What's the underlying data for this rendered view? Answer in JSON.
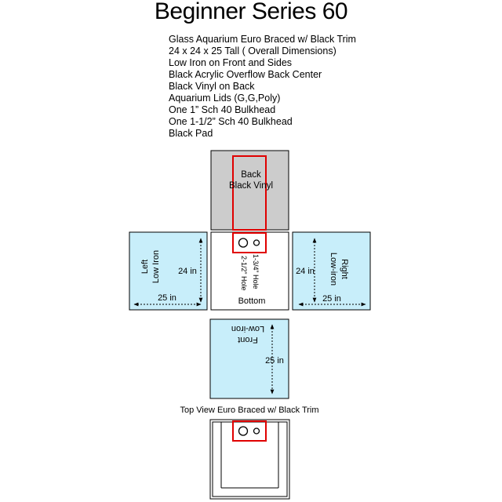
{
  "title": "Beginner Series 60",
  "specs": [
    "Glass Aquarium Euro Braced w/ Black Trim",
    "24 x 24 x 25 Tall ( Overall Dimensions)",
    "Low Iron on Front and Sides",
    "Black Acrylic Overflow Back Center",
    "Black Vinyl on Back",
    "Aquarium Lids (G,G,Poly)",
    "One 1” Sch 40 Bulkhead",
    "One 1-1/2” Sch 40 Bulkhead",
    "Black Pad"
  ],
  "panels": {
    "back": {
      "line1": "Back",
      "line2": "Black Vinyl"
    },
    "left": {
      "line1": "Left",
      "line2": "Low Iron",
      "height": "24 in",
      "width": "25 in"
    },
    "bottom": {
      "label": "Bottom",
      "hole_large": "2-1/2” Hole",
      "hole_small": "1-3/4” Hole"
    },
    "right": {
      "line1": "Right",
      "line2": "Low-iron",
      "height": "24 in",
      "width": "25 in"
    },
    "front": {
      "line1": "Front",
      "line2": "Low-iron",
      "height": "25 in"
    }
  },
  "top_view_caption": "Top View Euro Braced w/ Black Trim",
  "colors": {
    "glass": "#c8eefa",
    "vinyl": "#cccccc",
    "overflow": "#e00000",
    "border": "#000000"
  }
}
